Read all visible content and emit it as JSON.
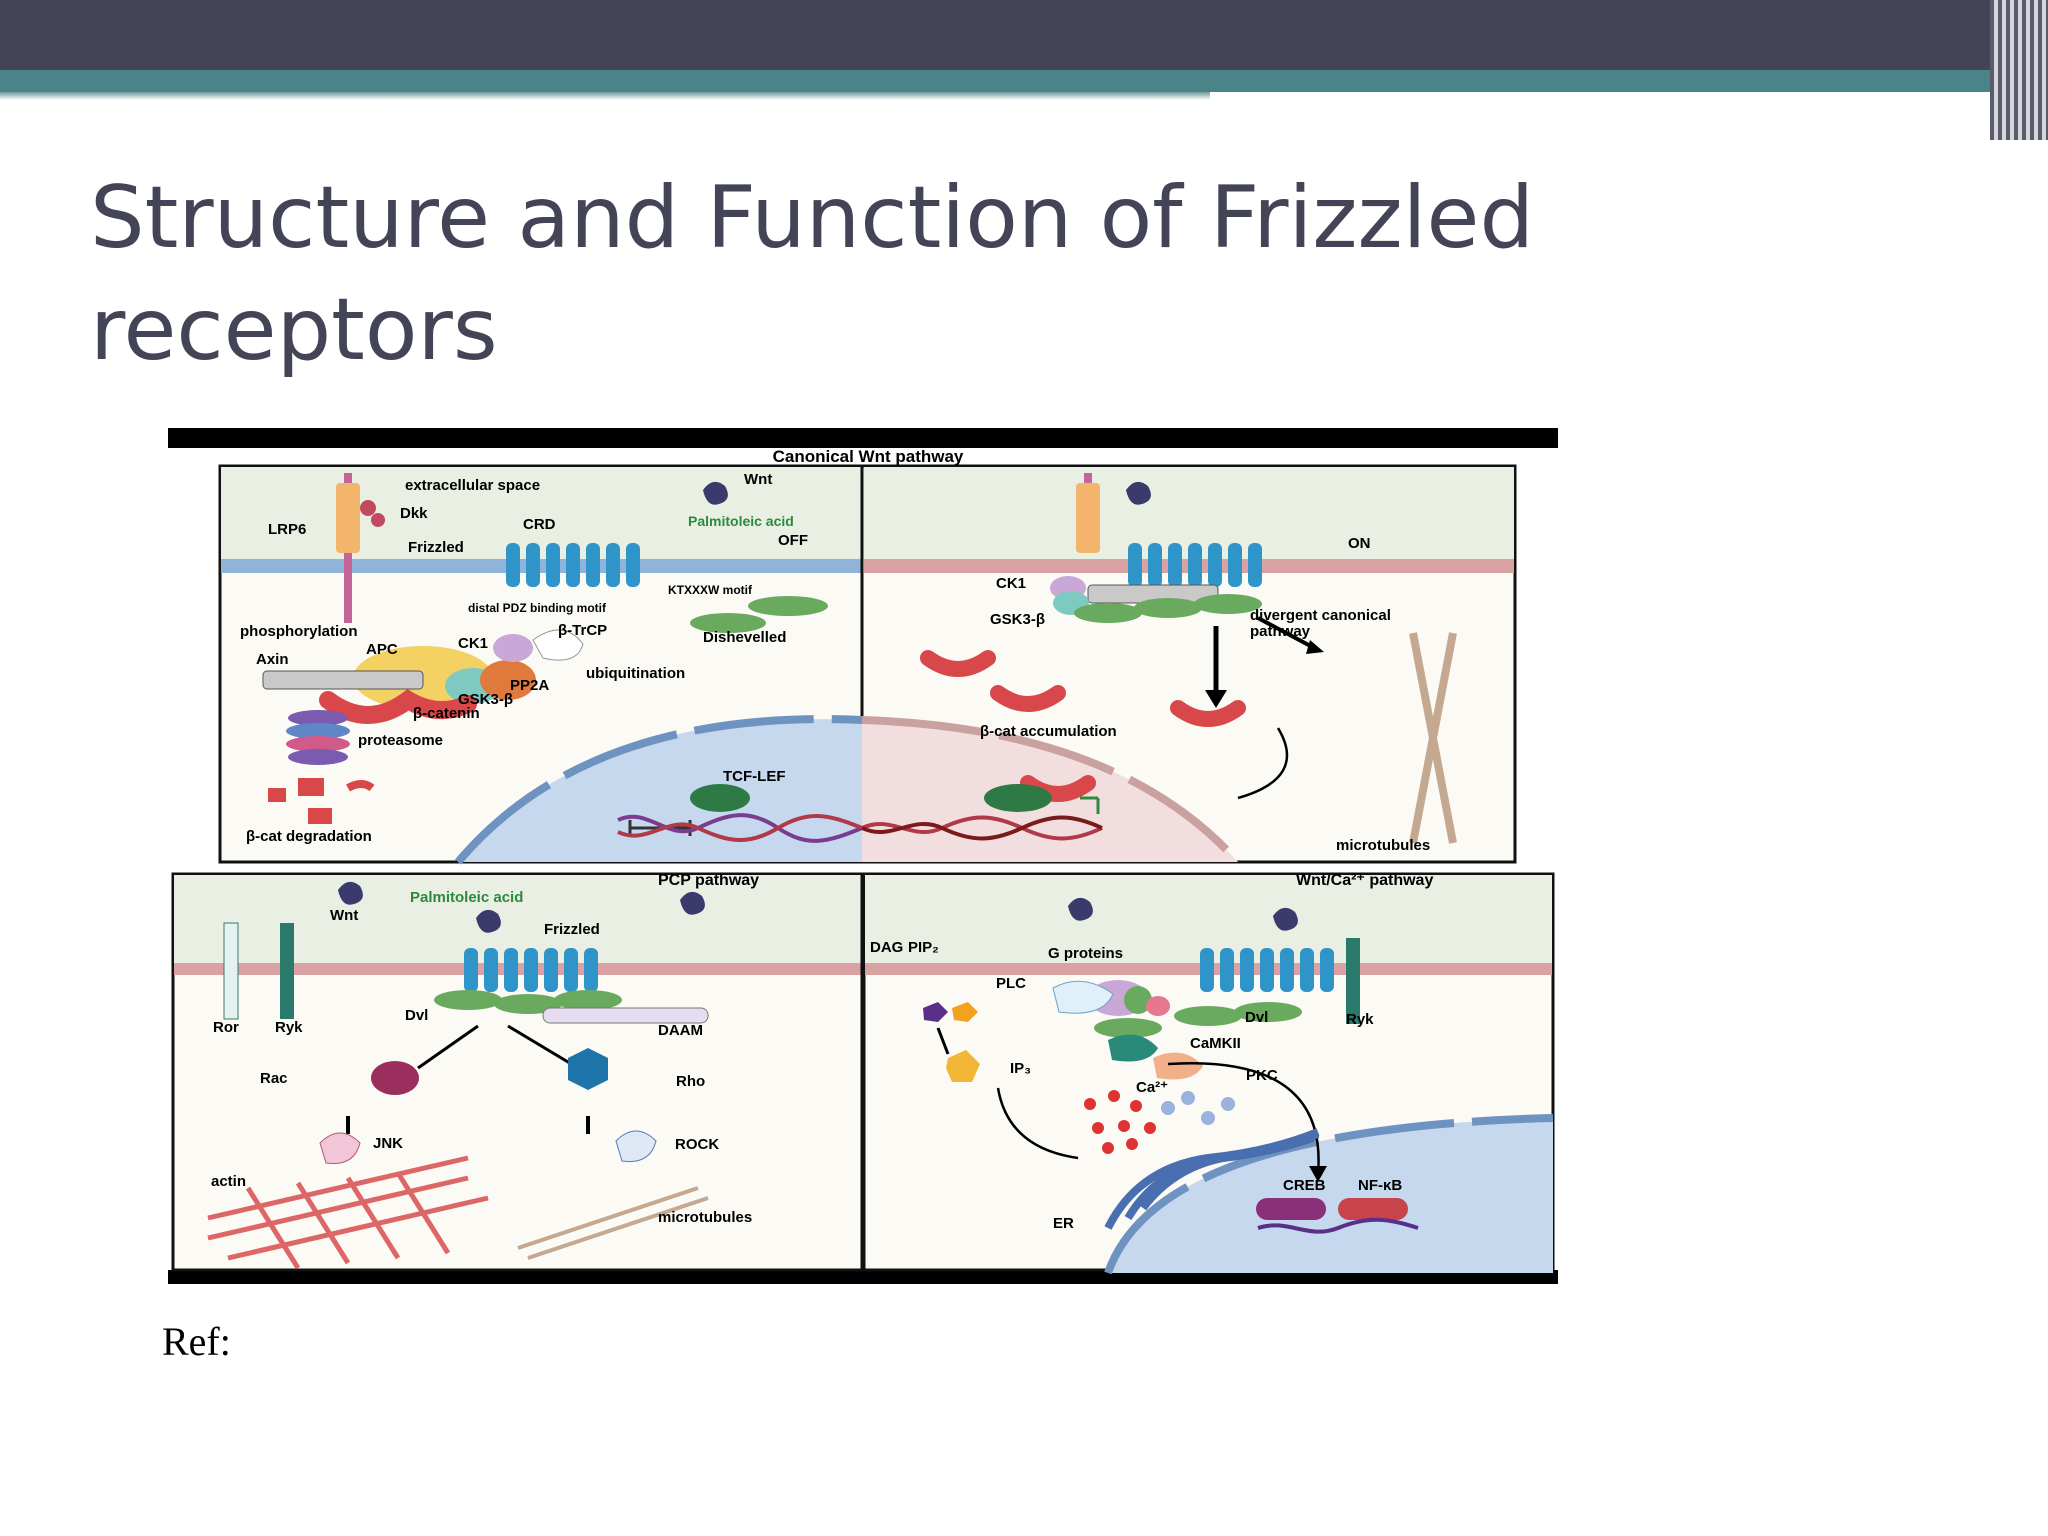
{
  "slide": {
    "title": "Structure and Function of Frizzled receptors",
    "ref": "Ref:"
  },
  "figure": {
    "canonical": {
      "header": "Canonical Wnt pathway",
      "extracellular": "extracellular space",
      "dkk": "Dkk",
      "lrp6": "LRP6",
      "frizzled": "Frizzled",
      "crd": "CRD",
      "wnt": "Wnt",
      "palmitoleic": "Palmitoleic acid",
      "off": "OFF",
      "on": "ON",
      "ktxxxw": "KTXXXW motif",
      "pdz": "distal PDZ binding motif",
      "dishevelled": "Dishevelled",
      "phosphorylation": "phosphorylation",
      "apc": "APC",
      "axin": "Axin",
      "ck1": "CK1",
      "btrcp": "β-TrCP",
      "pp2a": "PP2A",
      "ubiquitination": "ubiquitination",
      "bcatenin": "β-catenin",
      "gsk3b": "GSK3-β",
      "proteasome": "proteasome",
      "degradation": "β-cat degradation",
      "tcflef": "TCF-LEF",
      "ck1_right": "CK1",
      "gsk3b_right": "GSK3-β",
      "divergent": "divergent canonical",
      "divergent2": "pathway",
      "accumulation": "β-cat accumulation",
      "microtubules": "microtubules"
    },
    "pcp": {
      "header": "PCP pathway",
      "palmitoleic": "Palmitoleic acid",
      "wnt": "Wnt",
      "frizzled": "Frizzled",
      "ror": "Ror",
      "ryk": "Ryk",
      "dvl": "Dvl",
      "daam": "DAAM",
      "rac": "Rac",
      "rho": "Rho",
      "jnk": "JNK",
      "rock": "ROCK",
      "actin": "actin",
      "microtubules": "microtubules"
    },
    "calcium": {
      "header": "Wnt/Ca²⁺ pathway",
      "dag": "DAG",
      "pip2": "PIP₂",
      "gproteins": "G proteins",
      "plc": "PLC",
      "dvl": "Dvl",
      "ryk": "Ryk",
      "camkii": "CaMKII",
      "pkc": "PKC",
      "ip3": "IP₃",
      "ca": "Ca²⁺",
      "er": "ER",
      "creb": "CREB",
      "nfkb": "NF-κB"
    },
    "colors": {
      "slide_dark": "#434556",
      "slide_teal": "#4b8488",
      "receptor_blue": "#2f95c9",
      "dishevelled_green": "#6aaa5f",
      "catenin_red": "#d8474a",
      "nucleus_blue": "#c6d8ee",
      "nucleus_pink": "#f2dede",
      "membrane_blue": "#8fb3d9",
      "membrane_pink": "#d9a3a3"
    }
  }
}
